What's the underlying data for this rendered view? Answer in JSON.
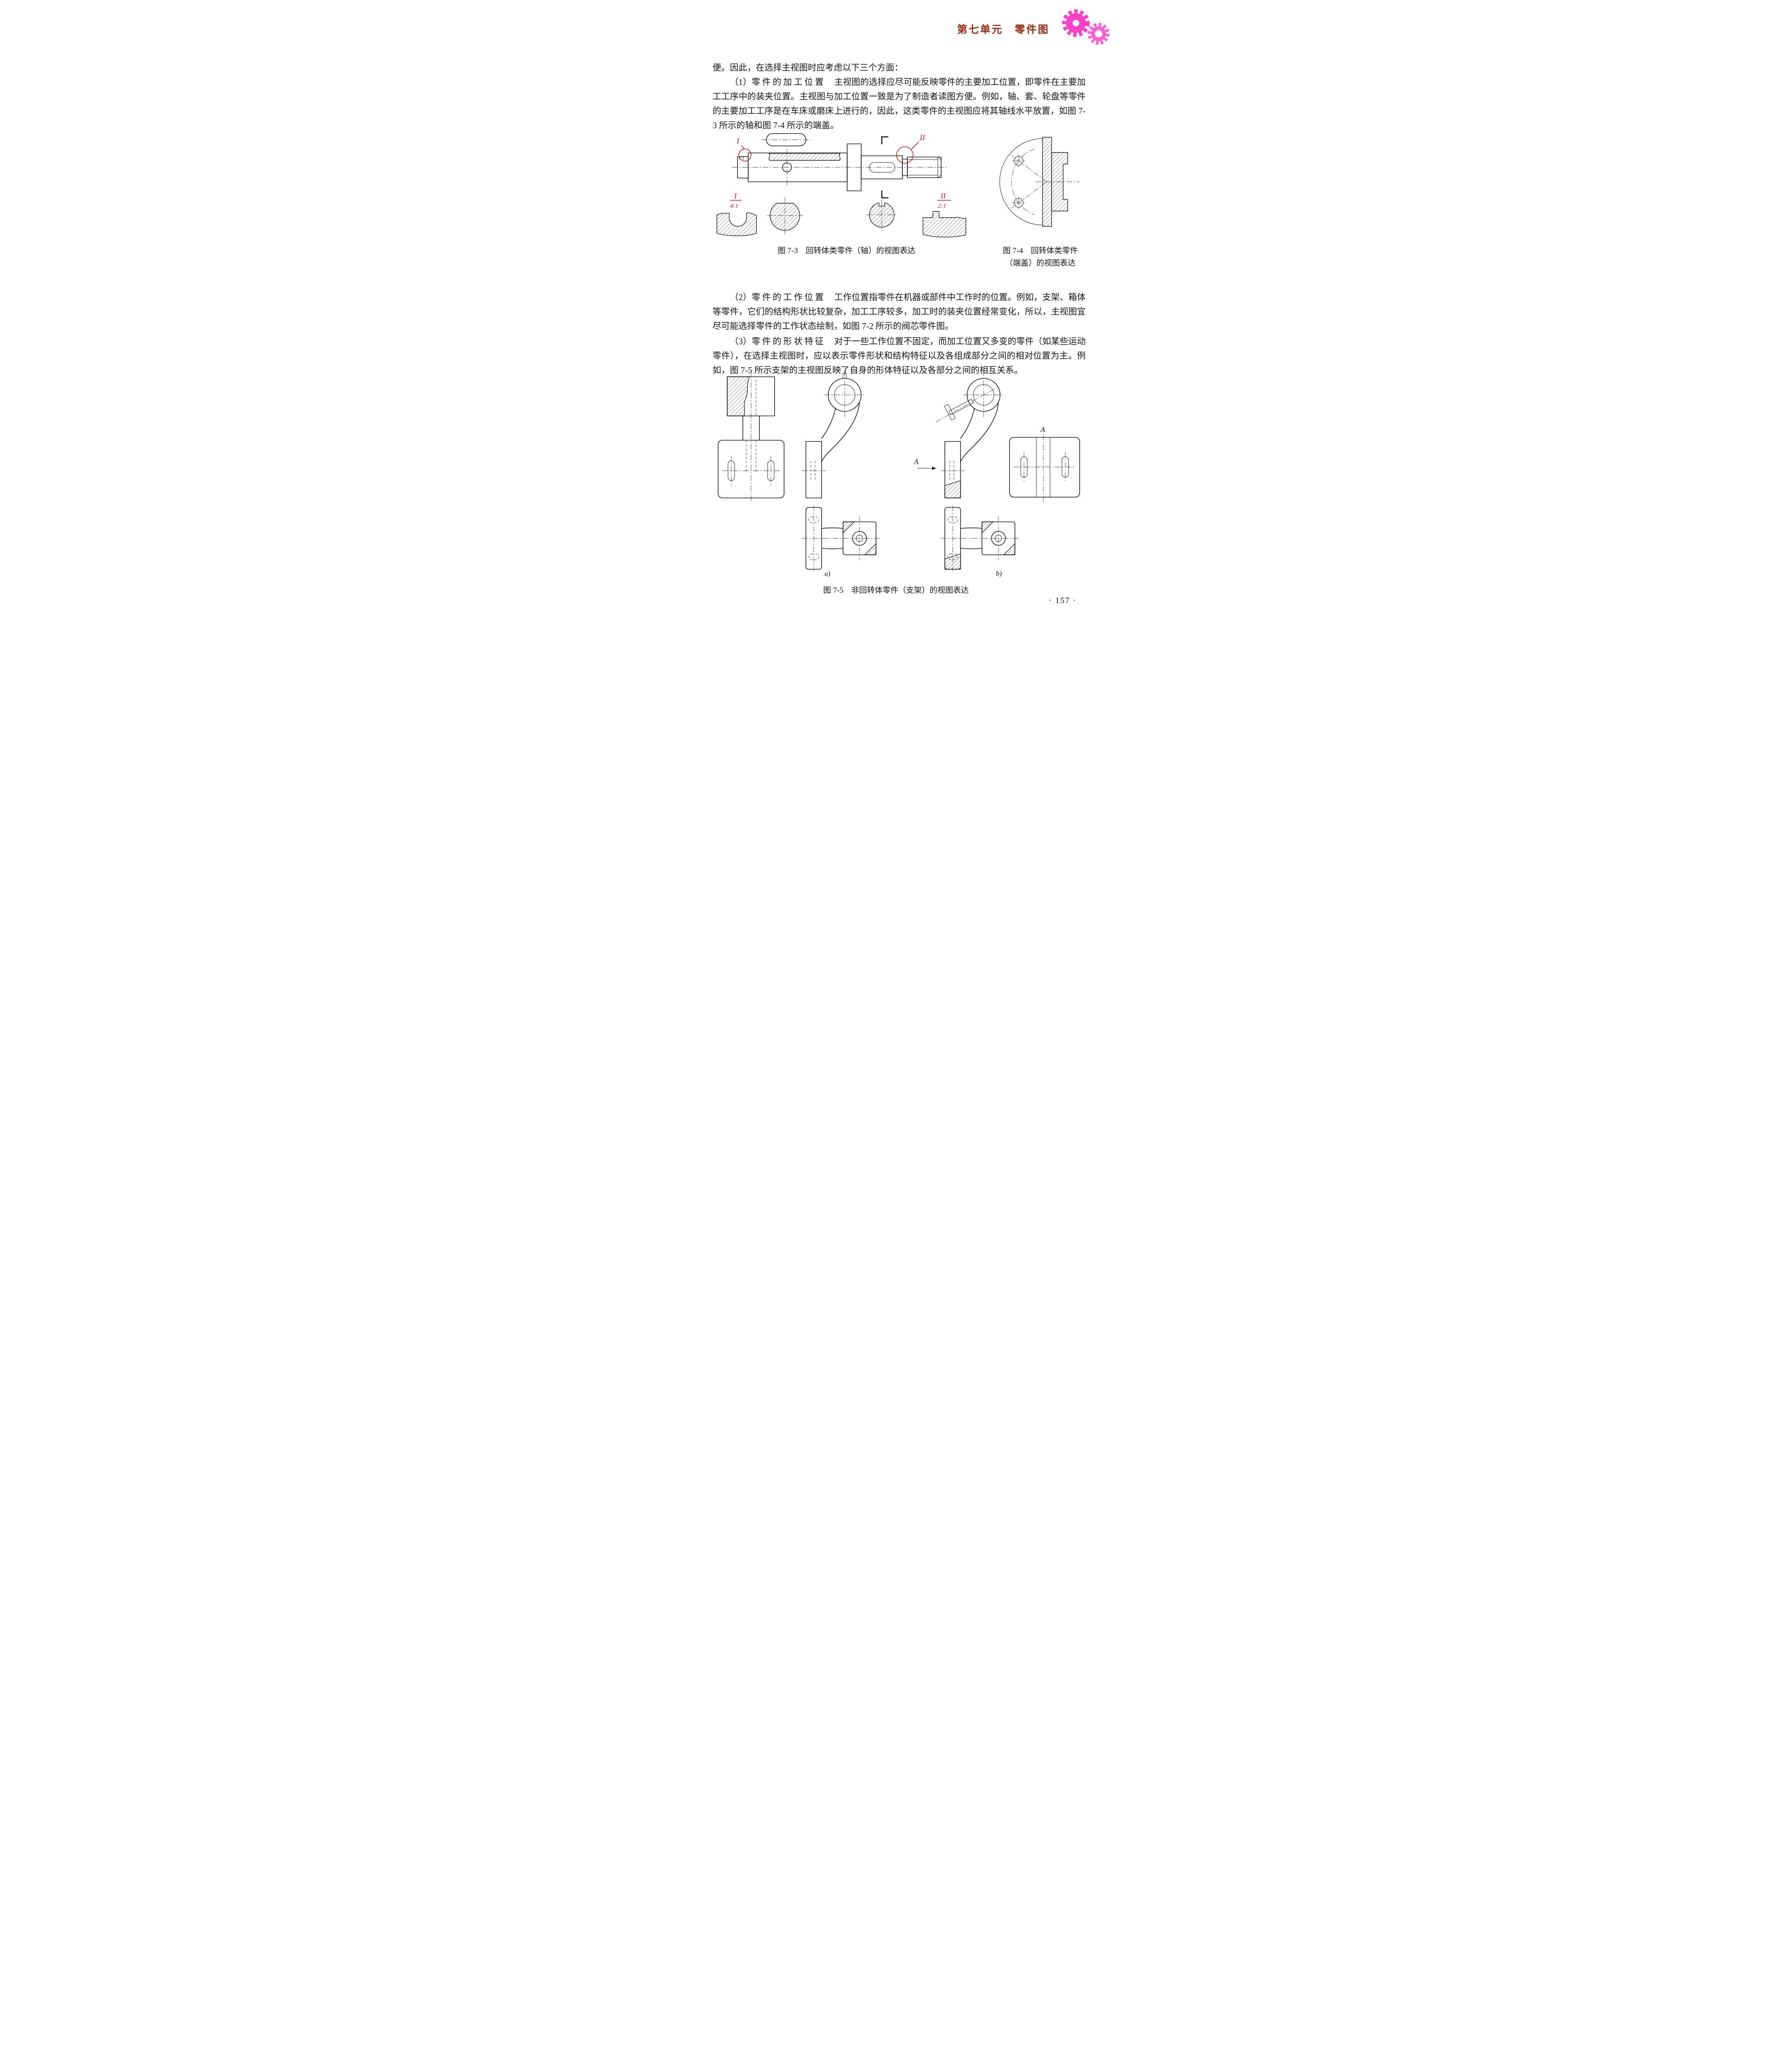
{
  "page": {
    "header_title": "第七单元　零件图",
    "number": "· 157 ·"
  },
  "content": {
    "para1": {
      "text": "便。因此，在选择主视图时应考虑以下三个方面："
    },
    "para2": {
      "label": "（1）",
      "term": "零件的加工位置",
      "text": "　主视图的选择应尽可能反映零件的主要加工位置，即零件在主要加工工序中的装夹位置。主视图与加工位置一致是为了制造者读图方便。例如，轴、套、轮盘等零件的主要加工工序是在车床或磨床上进行的，因此，这类零件的主视图应将其轴线水平放置，如图 7-3 所示的轴和图 7-4 所示的端盖。"
    },
    "para3": {
      "label": "（2）",
      "term": "零件的工作位置",
      "text": "　工作位置指零件在机器或部件中工作时的位置。例如，支架、箱体等零件，它们的结构形状比较复杂，加工工序较多，加工时的装夹位置经常变化，所以，主视图宜尽可能选择零件的工作状态绘制，如图 7-2 所示的阀芯零件图。"
    },
    "para4": {
      "label": "（3）",
      "term": "零件的形状特征",
      "text": "　对于一些工作位置不固定，而加工位置又多变的零件（如某些运动零件），在选择主视图时，应以表示零件形状和结构特征以及各组成部分之间的相对位置为主。例如，图 7-5 所示支架的主视图反映了自身的形体特征以及各部分之间的相互关系。"
    }
  },
  "figures": {
    "fig73": {
      "caption": "图 7-3　回转体类零件（轴）的视图表达",
      "labels": {
        "detail1": "I",
        "detail2": "II",
        "detail1_ref": "I",
        "scale1": "4:1",
        "detail2_ref": "II",
        "scale2": "2:1"
      }
    },
    "fig74": {
      "caption_line1": "图 7-4　回转体类零件",
      "caption_line2": "（端盖）的视图表达"
    },
    "fig75": {
      "caption": "图 7-5　非回转体零件（支架）的视图表达",
      "labels": {
        "sub_a": "a)",
        "sub_b": "b)",
        "view_arrow": "A",
        "view_title": "A"
      }
    }
  },
  "colors": {
    "annotation_red": "#e01111",
    "header_red": "#9e2c15",
    "gear_pink": "#ff3fc8",
    "gear_pink_light": "#ff5fd4"
  }
}
